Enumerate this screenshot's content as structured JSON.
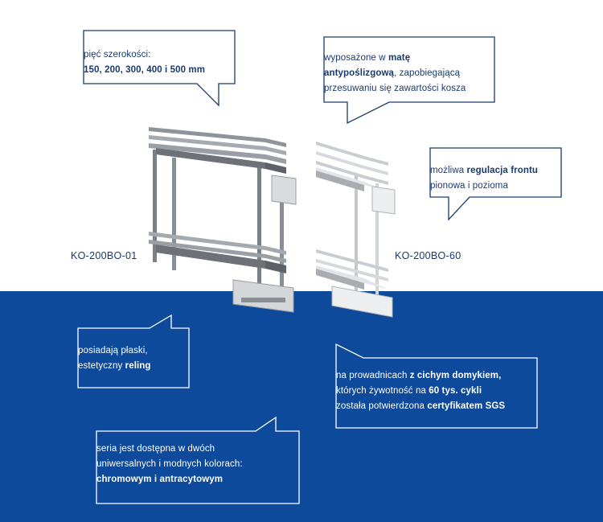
{
  "callouts": {
    "widths": {
      "line1": "pięć szerokości:",
      "line2": "150, 200, 300, 400 i 500 mm"
    },
    "mat": {
      "pre": "wyposażone w ",
      "bold1": "matę",
      "bold2": "antypoślizgową",
      "post2": ", zapobiegającą",
      "line3": "przesuwaniu się zawartości kosza"
    },
    "front": {
      "pre": "możliwa ",
      "bold": "regulacja frontu",
      "line2": "pionowa i pozioma"
    },
    "reling": {
      "line1": "posiadają płaski,",
      "pre2": "estetyczny ",
      "bold": "reling"
    },
    "slides": {
      "pre1": "na prowadnicach ",
      "bold1": "z cichym domykiem,",
      "pre2": "których żywotność na ",
      "bold2": "60 tys. cykli",
      "pre3": "została potwierdzona ",
      "bold3": "certyfikatem SGS"
    },
    "colors": {
      "line1": "seria jest dostępna w dwóch",
      "line2": "uniwersalnych i modnych kolorach:",
      "bold": "chromowym i antracytowym"
    }
  },
  "models": {
    "left": "KO-200BO-01",
    "right": "KO-200BO-60"
  },
  "colors": {
    "brand_blue": "#0d4a9c",
    "text_dark": "#1a3a6e",
    "white": "#ffffff"
  }
}
